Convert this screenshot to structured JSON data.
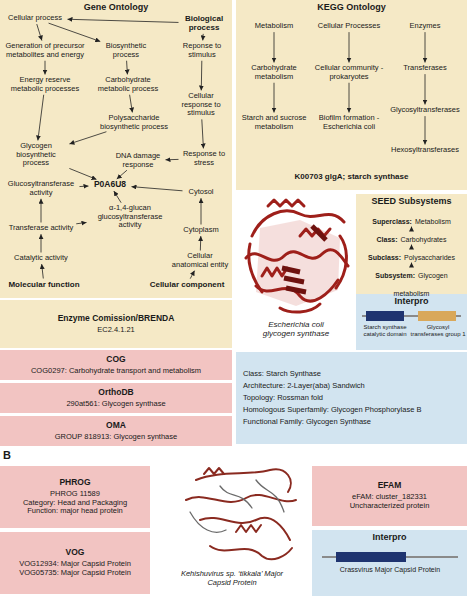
{
  "diagram": {
    "nodes": [
      {
        "text": [
          "Gene Ontology"
        ]
      },
      {
        "text": [
          "Cellular process"
        ],
        "in": 0
      },
      {
        "text": [
          "Biological process"
        ],
        "in": 0
      },
      {
        "text": [
          "Generation of precursor metabolites and energy"
        ],
        "in": 0
      },
      {
        "text": [
          "Biosynthetic process"
        ],
        "in": 0
      },
      {
        "text": [
          "Reponse to stimulus"
        ],
        "in": 0
      },
      {
        "text": [
          "Energy reserve metabolic processes"
        ],
        "in": 0
      },
      {
        "text": [
          "Carbohydrate metabolic process"
        ],
        "in": 0
      },
      {
        "text": [
          "Cellular response to stimulus"
        ],
        "in": 0
      },
      {
        "text": [
          "Polysaccharide biosynthetic process"
        ],
        "in": 0
      },
      {
        "text": [
          "Glycogen biosynthetic process"
        ],
        "in": 0
      },
      {
        "text": [
          "Response to stress"
        ],
        "in": 0
      },
      {
        "text": [
          "DNA damage response"
        ],
        "in": 0
      },
      {
        "text": [
          "P0A6U8"
        ],
        "in": 0
      },
      {
        "text": [
          "Glucosyltransferase activity"
        ],
        "in": 0
      },
      {
        "text": [
          "α-1,4-glucan glucosyltransferase activity"
        ],
        "in": 0
      },
      {
        "text": [
          "Cytosol"
        ],
        "in": 0
      },
      {
        "text": [
          "Transferase activity"
        ],
        "in": 0
      },
      {
        "text": [
          "Cytoplasm"
        ],
        "in": 0
      },
      {
        "text": [
          "Catalytic activity"
        ],
        "in": 0
      },
      {
        "text": [
          "Cellular anatomical entity"
        ],
        "in": 0
      },
      {
        "text": [
          "Molecular function"
        ],
        "in": 0
      },
      {
        "text": [
          "Cellular component"
        ],
        "in": 0
      },
      {
        "text": [
          "KEGG Ontology"
        ]
      },
      {
        "text": [
          "Metabolism"
        ],
        "in": 23
      },
      {
        "text": [
          "Cellular Processes"
        ],
        "in": 23
      },
      {
        "text": [
          "Enzymes"
        ],
        "in": 23
      },
      {
        "text": [
          "Carbohydrate metabolism"
        ],
        "in": 23
      },
      {
        "text": [
          "Cellular community - prokaryotes"
        ],
        "in": 23
      },
      {
        "text": [
          "Transferases"
        ],
        "in": 23
      },
      {
        "text": [
          "Starch and sucrose metabolism"
        ],
        "in": 23
      },
      {
        "text": [
          "Biofilm formation - Escherichia coli"
        ],
        "in": 23
      },
      {
        "text": [
          "Glycosyltransferases"
        ],
        "in": 23
      },
      {
        "text": [
          "Hexosyltransferases"
        ],
        "in": 23
      },
      {
        "text": [
          "Enzyme Comission/BRENDA",
          "EC2.4.1.21"
        ]
      },
      {
        "text": [
          "SEED Subsystems"
        ]
      },
      {
        "text": [
          "Superclass:",
          "Metabolism"
        ],
        "in": 35
      },
      {
        "text": [
          "Class:",
          "Carbohydrates"
        ],
        "in": 35
      },
      {
        "text": [
          "Subclass:",
          "Polysaccharides"
        ],
        "in": 35
      },
      {
        "text": [
          "Subsystem:",
          "Glycogen metabolism"
        ],
        "in": 35
      },
      {
        "text": [
          "Interpro"
        ]
      },
      {
        "text": [
          "COG",
          "COG0297: Carbohydrate transport and metabolism"
        ]
      },
      {
        "text": [
          "OrthoDB",
          "290at561: Glycogen synthase"
        ]
      },
      {
        "text": [
          "OMA",
          "GROUP 818913: Glycogen synthase"
        ]
      },
      {
        "text": [
          "Class: Starch Synthase",
          "Architecture: 2-Layer(aba) Sandwich",
          "Topology: Rossman fold",
          "Homologous Superfamily: Glycogen Phosphorylase B",
          "Functional Family: Glycogen Synthase"
        ]
      },
      {
        "text": [
          "PHROG",
          "PHROG 11589",
          "Category: Head and Packaging",
          "Function: major head protein"
        ]
      },
      {
        "text": [
          "VOG",
          "VOG12934: Major Capsid Protein",
          "VOG05735: Major Capsid Protein"
        ]
      },
      {
        "text": [
          "EFAM",
          "eFAM: cluster_182331",
          "Uncharacterized protein"
        ]
      },
      {
        "text": [
          "Interpro"
        ]
      }
    ],
    "edges": [
      {
        "from": 2,
        "to": 1,
        "arrow": "to"
      },
      {
        "from": 2,
        "to": 5,
        "arrow": "to"
      },
      {
        "from": 1,
        "to": 3,
        "arrow": "to"
      },
      {
        "from": 1,
        "to": 4,
        "arrow": "to"
      },
      {
        "from": 3,
        "to": 6,
        "arrow": "to"
      },
      {
        "from": 4,
        "to": 7,
        "arrow": "to"
      },
      {
        "from": 5,
        "to": 8,
        "arrow": "to"
      },
      {
        "from": 6,
        "to": 10,
        "arrow": "to"
      },
      {
        "from": 7,
        "to": 9,
        "arrow": "to"
      },
      {
        "from": 9,
        "to": 10,
        "arrow": "to"
      },
      {
        "from": 8,
        "to": 11,
        "arrow": "to"
      },
      {
        "from": 11,
        "to": 12,
        "arrow": "to"
      },
      {
        "from": 10,
        "to": 13,
        "arrow": "to"
      },
      {
        "from": 12,
        "to": 13,
        "arrow": "to"
      },
      {
        "from": 14,
        "to": 13,
        "arrow": "to"
      },
      {
        "from": 15,
        "to": 13,
        "arrow": "to"
      },
      {
        "from": 16,
        "to": 13,
        "arrow": "to"
      },
      {
        "from": 17,
        "to": 14,
        "arrow": "to"
      },
      {
        "from": 17,
        "to": 15,
        "arrow": "to"
      },
      {
        "from": 19,
        "to": 17,
        "arrow": "to"
      },
      {
        "from": 21,
        "to": 19,
        "arrow": "to"
      },
      {
        "from": 18,
        "to": 16,
        "arrow": "to"
      },
      {
        "from": 20,
        "to": 18,
        "arrow": "to"
      },
      {
        "from": 22,
        "to": 20,
        "arrow": "to"
      },
      {
        "from": 24,
        "to": 27,
        "arrow": "to"
      },
      {
        "from": 27,
        "to": 30,
        "arrow": "to"
      },
      {
        "from": 25,
        "to": 28,
        "arrow": "to"
      },
      {
        "from": 28,
        "to": 31,
        "arrow": "to"
      },
      {
        "from": 26,
        "to": 29,
        "arrow": "to"
      },
      {
        "from": 29,
        "to": 32,
        "arrow": "to"
      },
      {
        "from": 32,
        "to": 33,
        "arrow": "to"
      },
      {
        "from": 36,
        "to": 37,
        "arrow": "to"
      },
      {
        "from": 37,
        "to": 38,
        "arrow": "to"
      },
      {
        "from": 38,
        "to": 39,
        "arrow": "to"
      }
    ],
    "labels": [
      "K00703 glgA; starch synthase",
      "Escherichia coli glycogen synthase",
      "Starch synthase catalytic domain",
      "Glycosyl transferases group 1",
      "B",
      "Kehishuvirus sp. ‘tikkala’ Major Capsid Protein",
      "Crassvirus Major Capsid Protein"
    ]
  }
}
